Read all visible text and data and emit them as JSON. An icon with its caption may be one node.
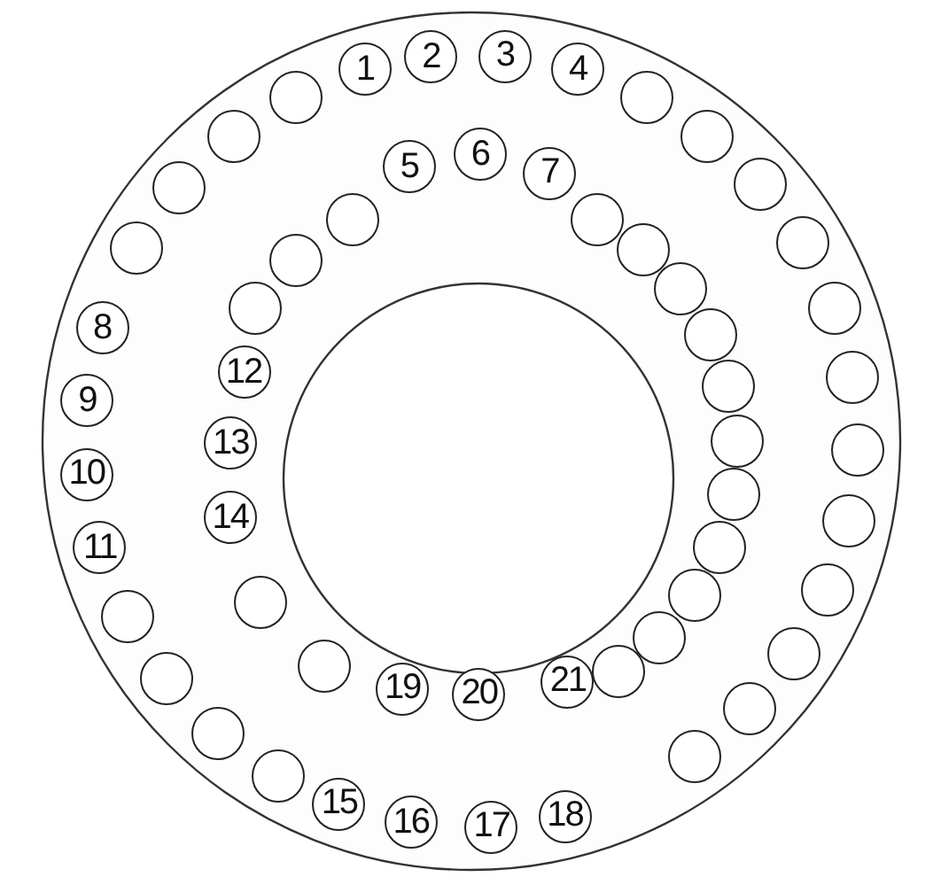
{
  "diagram": {
    "nodes": [
      {
        "text": [
          "1"
        ]
      },
      {
        "text": [
          "2"
        ]
      },
      {
        "text": [
          "3"
        ]
      },
      {
        "text": [
          "4"
        ]
      },
      {
        "text": [
          "5"
        ]
      },
      {
        "text": [
          "6"
        ]
      },
      {
        "text": [
          "7"
        ]
      },
      {
        "text": [
          "8"
        ]
      },
      {
        "text": [
          "9"
        ]
      },
      {
        "text": [
          "10"
        ]
      },
      {
        "text": [
          "11"
        ]
      },
      {
        "text": [
          "12"
        ]
      },
      {
        "text": [
          "13"
        ]
      },
      {
        "text": [
          "14"
        ]
      },
      {
        "text": [
          "15"
        ]
      },
      {
        "text": [
          "16"
        ]
      },
      {
        "text": [
          "17"
        ]
      },
      {
        "text": [
          "18"
        ]
      },
      {
        "text": [
          "19"
        ]
      },
      {
        "text": [
          "20"
        ]
      },
      {
        "text": [
          "21"
        ]
      },
      {
        "text": [],
        "shape": "circle"
      },
      {
        "text": [],
        "shape": "circle"
      },
      {
        "text": [],
        "shape": "circle"
      },
      {
        "text": [],
        "shape": "circle"
      },
      {
        "text": [],
        "shape": "circle"
      },
      {
        "text": [],
        "shape": "circle"
      },
      {
        "text": [],
        "shape": "circle"
      },
      {
        "text": [],
        "shape": "circle"
      },
      {
        "text": [],
        "shape": "circle"
      },
      {
        "text": [],
        "shape": "circle"
      },
      {
        "text": [],
        "shape": "circle"
      },
      {
        "text": [],
        "shape": "circle"
      },
      {
        "text": [],
        "shape": "circle"
      },
      {
        "text": [],
        "shape": "circle"
      },
      {
        "text": [],
        "shape": "circle"
      },
      {
        "text": [],
        "shape": "circle"
      },
      {
        "text": [],
        "shape": "circle"
      },
      {
        "text": [],
        "shape": "circle"
      },
      {
        "text": [],
        "shape": "circle"
      },
      {
        "text": [],
        "shape": "circle"
      },
      {
        "text": [],
        "shape": "circle"
      },
      {
        "text": [],
        "shape": "circle"
      },
      {
        "text": [],
        "shape": "circle"
      },
      {
        "text": [],
        "shape": "circle"
      },
      {
        "text": [],
        "shape": "circle"
      },
      {
        "text": [],
        "shape": "circle"
      },
      {
        "text": [],
        "shape": "circle"
      },
      {
        "text": [],
        "shape": "circle"
      },
      {
        "text": [],
        "shape": "circle"
      },
      {
        "text": [],
        "shape": "circle"
      },
      {
        "text": [],
        "shape": "circle"
      },
      {
        "text": [],
        "shape": "circle"
      },
      {
        "text": [],
        "shape": "circle"
      },
      {
        "text": [],
        "shape": "circle"
      },
      {
        "text": [],
        "shape": "circle"
      },
      {
        "text": [],
        "shape": "circle"
      }
    ]
  }
}
